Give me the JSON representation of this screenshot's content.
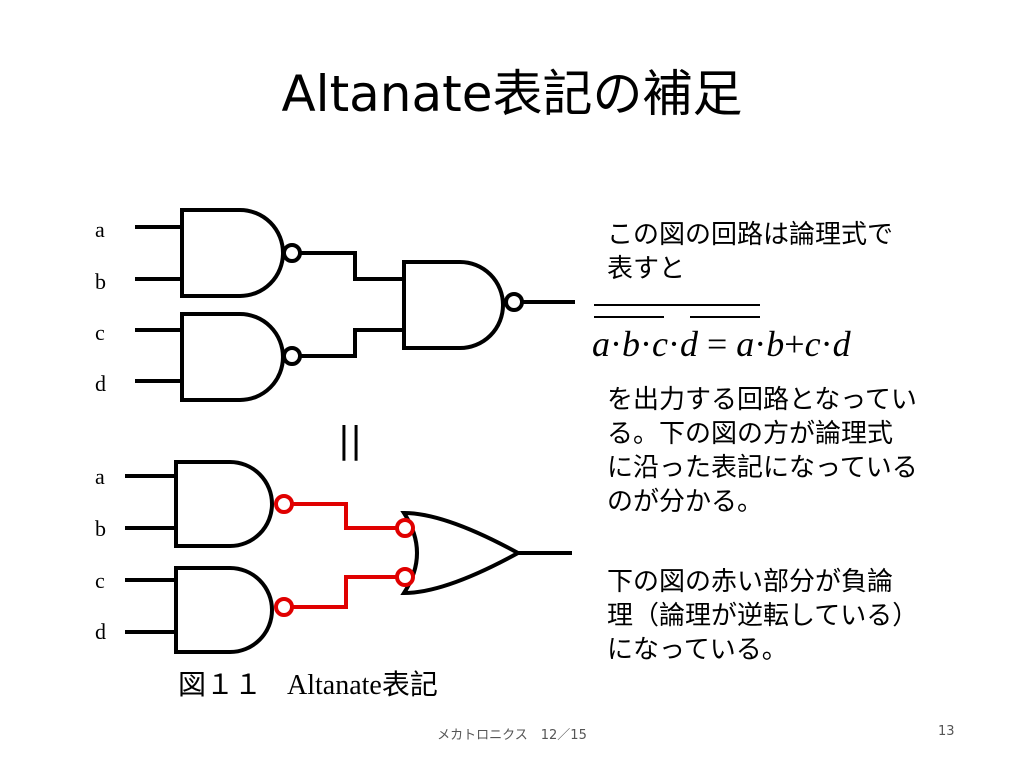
{
  "slide": {
    "title": "Altanate表記の補足",
    "text1": "この図の回路は論理式で\n表すと",
    "text2": "を出力する回路となってい\nる。下の図の方が論理式\nに沿った表記になっている\nのが分かる。",
    "text3": "下の図の赤い部分が負論\n理（論理が逆転している）\nになっている。",
    "equals_mark": "||",
    "figure_caption": {
      "number": "図１１",
      "label": "Altanate表記"
    },
    "footer": "メカトロニクス　12／15",
    "page_number": "13"
  },
  "formula": {
    "lhs": [
      "a",
      "·",
      "b",
      "·",
      "c",
      "·",
      "d"
    ],
    "equals": "=",
    "rhs": [
      "a",
      "·",
      "b",
      "+",
      "c",
      "·",
      "d"
    ]
  },
  "top_circuit": {
    "inputs": [
      "a",
      "b",
      "c",
      "d"
    ]
  },
  "bottom_circuit": {
    "inputs": [
      "a",
      "b",
      "c",
      "d"
    ]
  },
  "colors": {
    "wire": "#000000",
    "negative_logic": "#e00000"
  }
}
